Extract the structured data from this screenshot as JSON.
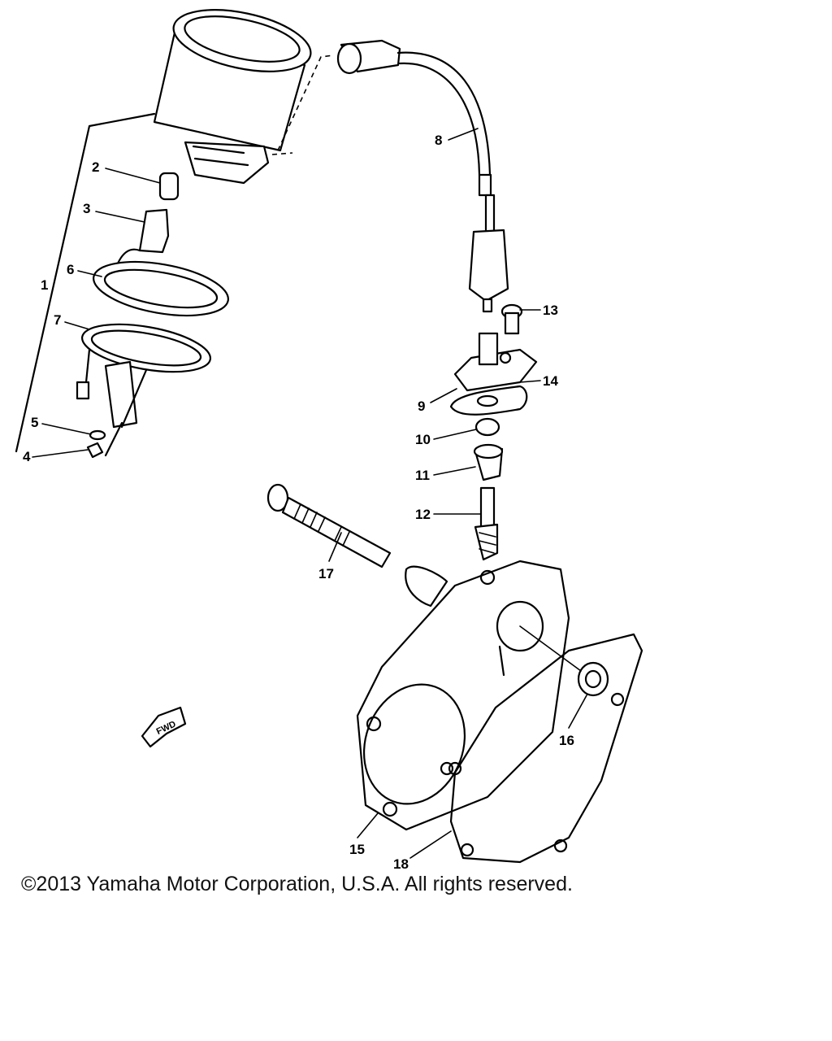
{
  "diagram": {
    "part_labels": [
      "1",
      "2",
      "3",
      "4",
      "5",
      "6",
      "7",
      "8",
      "9",
      "10",
      "11",
      "12",
      "13",
      "14",
      "15",
      "16",
      "17",
      "18"
    ],
    "fwd_label": "FWD"
  },
  "footer": {
    "copyright": "©2013 Yamaha Motor Corporation, U.S.A. All rights reserved."
  }
}
